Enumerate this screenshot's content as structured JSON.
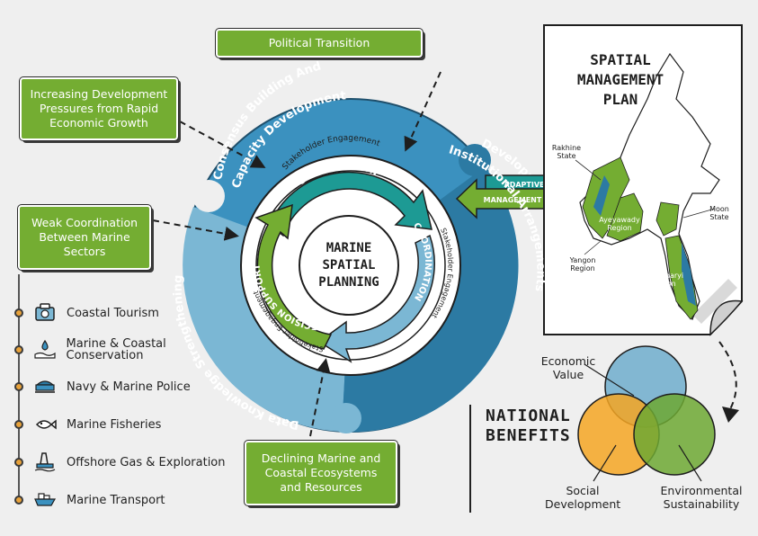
{
  "boxes": {
    "political": "Political Transition",
    "development": "Increasing Development Pressures from Rapid Economic Growth",
    "weak": "Weak Coordination Between Marine Sectors",
    "declining": "Declining Marine and Coastal Ecosystems and Resources"
  },
  "wheel": {
    "outer_top": [
      "Consensus Building And",
      "Capacity Development"
    ],
    "outer_right": [
      "Development of",
      "Institutional Arrangements"
    ],
    "outer_left": "Data Knowledge Strengthening",
    "stakeholder": "Stakeholder Engagement",
    "shared_vision": "SHARED VISION",
    "coordination": "COORDINATION",
    "decision_support": "DECISION SUPPORT",
    "center": [
      "MARINE",
      "SPATIAL",
      "PLANNING"
    ]
  },
  "adaptive": {
    "line1": "ADAPTIVE",
    "line2": "MANAGEMENT"
  },
  "map": {
    "title": [
      "SPATIAL",
      "MANAGEMENT",
      "PLAN"
    ],
    "labels": {
      "rakhine": "Rakhine State",
      "ayeyawady": "Ayeyawady Region",
      "yangon": "Yangon Region",
      "tanintharyi": "Tanintharyi Region",
      "moon": "Moon State"
    }
  },
  "sectors": [
    {
      "label": "Coastal Tourism",
      "icon": "tourism-icon"
    },
    {
      "label": "Marine & Coastal Conservation",
      "icon": "conservation-icon"
    },
    {
      "label": "Navy & Marine Police",
      "icon": "navy-icon"
    },
    {
      "label": "Marine Fisheries",
      "icon": "fish-icon"
    },
    {
      "label": "Offshore Gas & Exploration",
      "icon": "oil-rig-icon"
    },
    {
      "label": "Marine Transport",
      "icon": "ship-icon"
    }
  ],
  "benefits": {
    "title": [
      "NATIONAL",
      "BENEFITS"
    ],
    "economic": "Economic Value",
    "social": "Social Development",
    "environmental": "Environmental Sustainability"
  },
  "colors": {
    "green": "#74ad32",
    "ring_dark": "#2c7aa3",
    "ring_mid": "#3b91bf",
    "ring_light": "#7bb7d4",
    "teal": "#1d9a94",
    "venn_blue": "#7bb3d0",
    "venn_orange": "#f5a623",
    "venn_green": "#6da832"
  }
}
